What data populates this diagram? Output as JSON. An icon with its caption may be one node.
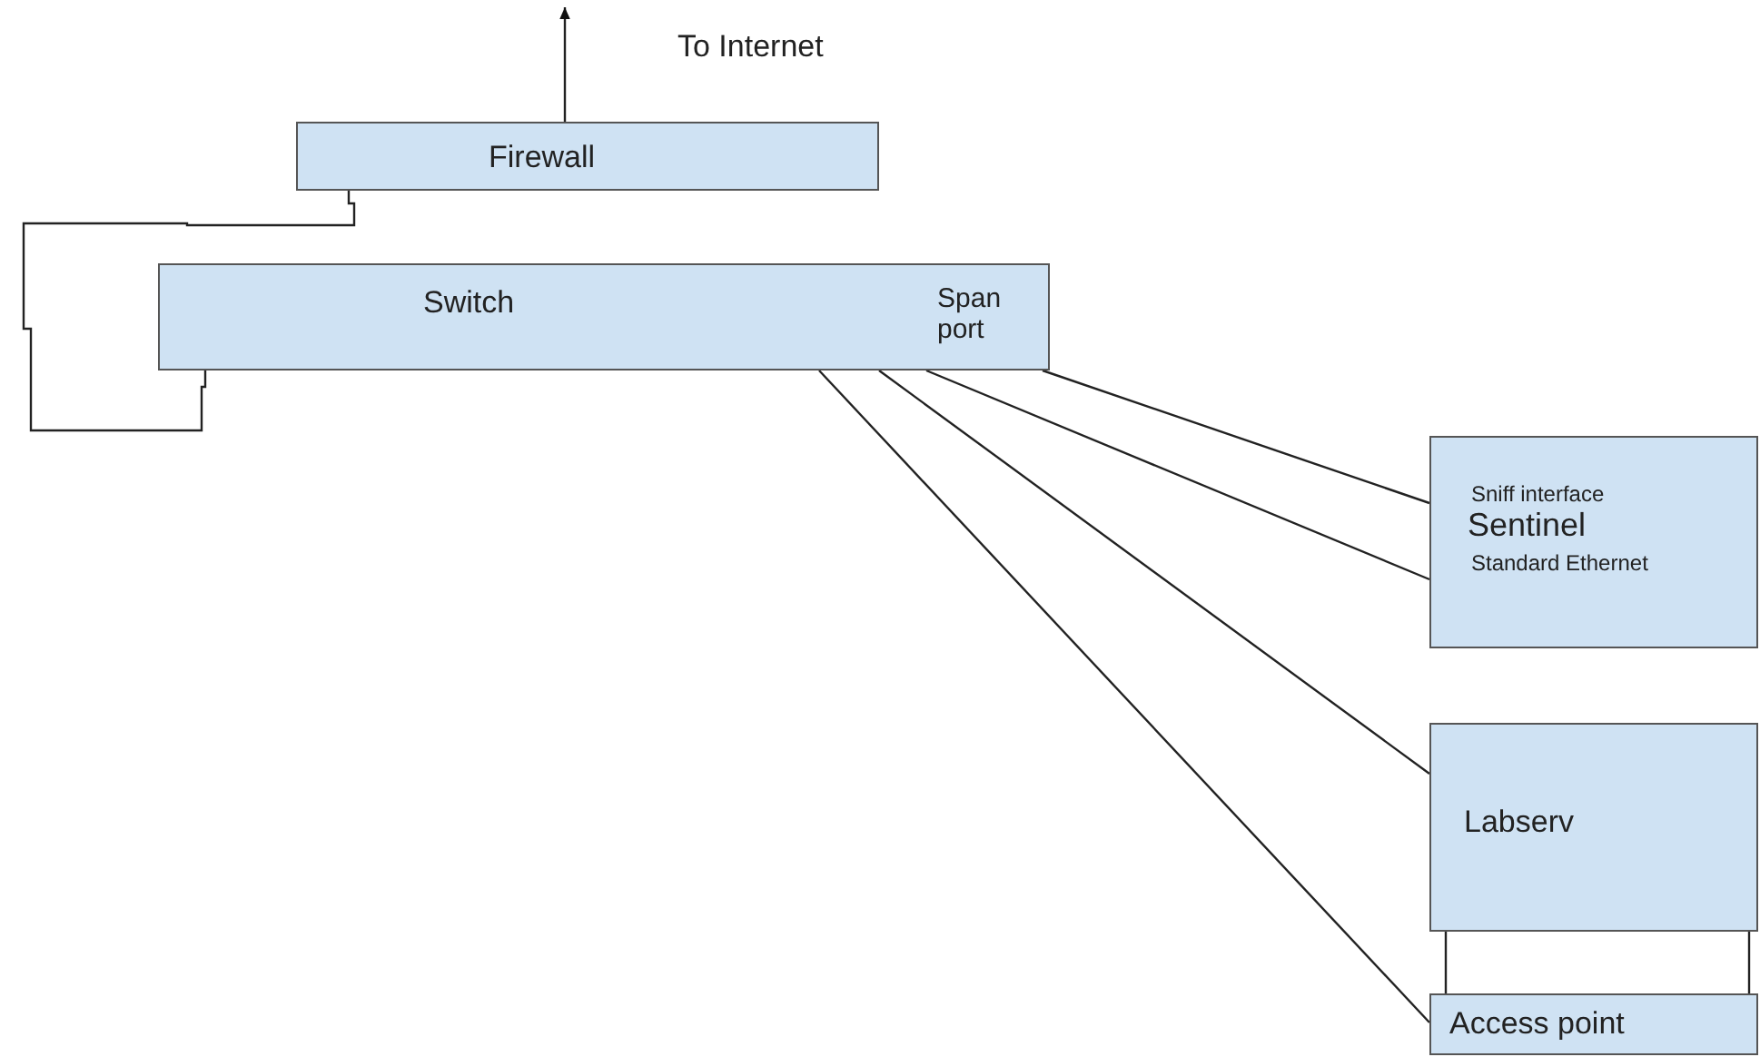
{
  "diagram": {
    "nodes": [
      {
        "text": [
          "Firewall"
        ]
      },
      {
        "text": [
          "Switch",
          "Span port"
        ]
      },
      {
        "text": [
          "Sniff interface",
          "Sentinel",
          "Standard Ethernet"
        ]
      },
      {
        "text": [
          "Labserv"
        ]
      },
      {
        "text": [
          "Access point"
        ]
      }
    ],
    "edges": [
      {
        "from": 0,
        "to": null,
        "arrow": "to",
        "label": "To Internet"
      },
      {
        "from": 0,
        "to": 1,
        "arrow": "none"
      },
      {
        "from": 1,
        "to": 2,
        "arrow": "none"
      },
      {
        "from": 1,
        "to": 2,
        "arrow": "none"
      },
      {
        "from": 1,
        "to": 3,
        "arrow": "none"
      },
      {
        "from": 1,
        "to": 4,
        "arrow": "none"
      },
      {
        "from": 3,
        "to": 4,
        "arrow": "none"
      },
      {
        "from": 3,
        "to": 4,
        "arrow": "none"
      }
    ]
  }
}
